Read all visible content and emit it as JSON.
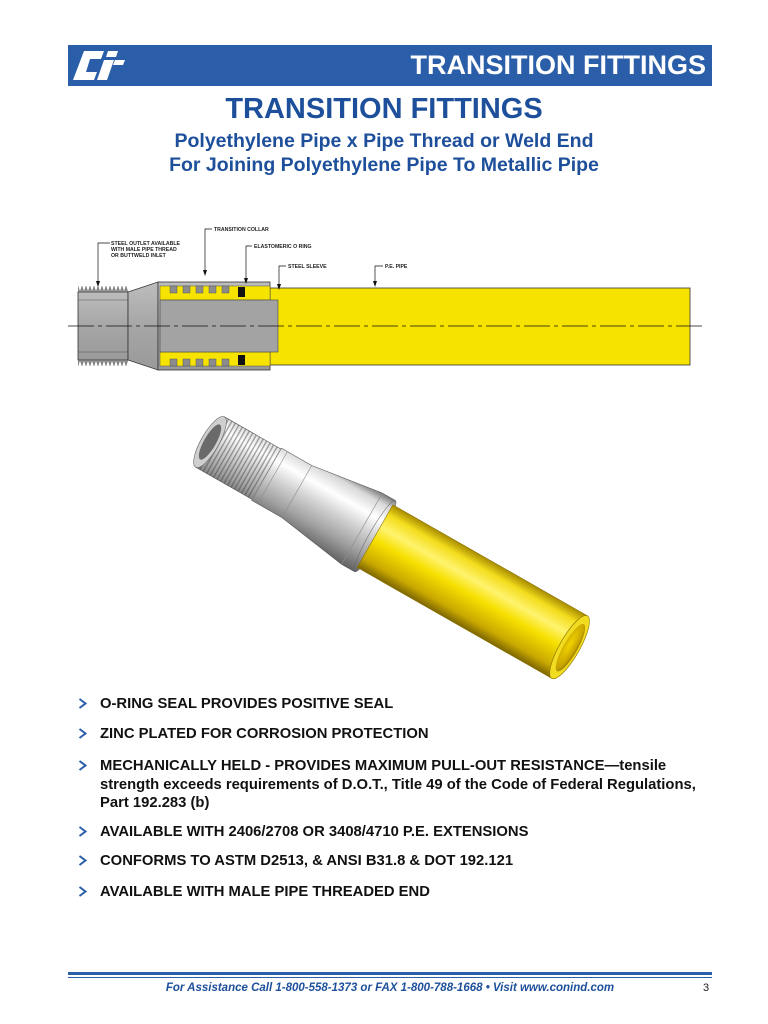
{
  "header": {
    "title": "TRANSITION FITTINGS"
  },
  "page": {
    "title": "TRANSITION FITTINGS",
    "subtitle_lines": [
      "Polyethylene Pipe x Pipe Thread or Weld End",
      "For Joining Polyethylene Pipe To Metallic Pipe"
    ]
  },
  "diagram": {
    "labels": {
      "steel_outlet": [
        "STEEL OUTLET AVAILABLE",
        "WITH MALE PIPE THREAD",
        "OR BUTTWELD INLET"
      ],
      "transition_collar": "TRANSITION COLLAR",
      "o_ring": "ELASTOMERIC O RING",
      "steel_sleeve": "STEEL SLEEVE",
      "pe_pipe": "P.E. PIPE"
    }
  },
  "features": [
    "O-RING SEAL PROVIDES POSITIVE SEAL",
    "ZINC PLATED FOR CORROSION PROTECTION",
    "MECHANICALLY HELD - PROVIDES MAXIMUM PULL-OUT RESISTANCE—tensile strength exceeds requirements of D.O.T., Title 49 of the Code of Federal Regulations, Part 192.283 (b)",
    "AVAILABLE WITH 2406/2708 OR 3408/4710 P.E. EXTENSIONS",
    "CONFORMS TO ASTM D2513, & ANSI B31.8 & DOT 192.121",
    "AVAILABLE WITH MALE PIPE THREADED END"
  ],
  "footer": {
    "contact": "For Assistance Call 1-800-558-1373 or FAX 1-800-788-1668 • Visit www.conind.com",
    "page_number": "3"
  },
  "colors": {
    "brand_blue": "#2b5ea9",
    "title_blue": "#1d4f9b",
    "pipe_yellow": "#f6e400",
    "steel_gray": "#a9a9a9"
  },
  "icons": {
    "logo": "company-logo",
    "bullet": "chevron-right-icon"
  }
}
